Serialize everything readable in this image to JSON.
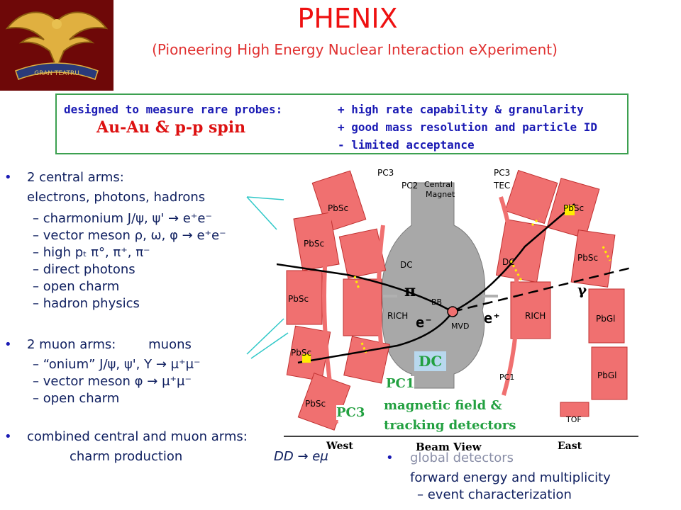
{
  "title": "PHENIX",
  "subtitle": "(Pioneering High Energy Nuclear Interaction eXperiment)",
  "logo_text": "GRAN TEATRU",
  "box": {
    "left_line": "designed to measure rare probes:",
    "collisions": "Au-Au  &  p-p spin",
    "right": [
      "+ high rate capability & granularity",
      "+ good mass resolution and particle ID",
      "-  limited acceptance"
    ]
  },
  "central": {
    "heading": "2 central arms:",
    "sub": "electrons, photons, hadrons",
    "items": [
      "charmonium  J/ψ, ψ' → e⁺e⁻",
      "vector meson  ρ, ω, φ → e⁺e⁻",
      "high pₜ        π°, π⁺, π⁻",
      "direct photons",
      "open charm",
      "hadron physics"
    ]
  },
  "muon": {
    "heading": "2 muon arms:        muons",
    "items": [
      "“onium” J/ψ, ψ', Υ → μ⁺μ⁻",
      "vector meson  φ → μ⁺μ⁻",
      "open charm"
    ]
  },
  "combined": {
    "heading": "combined central and muon arms:",
    "sub": "charm production",
    "formula": "DD → eμ"
  },
  "global": {
    "heading": "global detectors",
    "sub": "forward energy and multiplicity",
    "item": "event characterization"
  },
  "diagram": {
    "labels": {
      "pc3_top_left": "PC3",
      "pc2": "PC2",
      "central_magnet": "Central\nMagnet",
      "pc3_top_right": "PC3",
      "tec": "TEC",
      "dc_left": "DC",
      "dc_right": "DC",
      "rich_left": "RICH",
      "rich_right": "RICH",
      "bb": "BB",
      "mvd": "MVD",
      "pc1": "PC1",
      "tof": "TOF",
      "west": "West",
      "east": "East",
      "beam_view": "Beam View",
      "pi": "π",
      "gamma": "γ",
      "e_minus": "e⁻",
      "e_plus": "e⁺"
    },
    "pbsc": "PbSc",
    "pbgl": "PbGl",
    "callouts": {
      "dc": "DC",
      "pc1": "PC1",
      "pc3": "PC3",
      "mag1": "magnetic field &",
      "mag2": "tracking detectors"
    },
    "colors": {
      "detector": "#f07070",
      "magnet": "#a8a8a8",
      "callout_text": "#22a040",
      "hits": "#ffee00"
    }
  }
}
